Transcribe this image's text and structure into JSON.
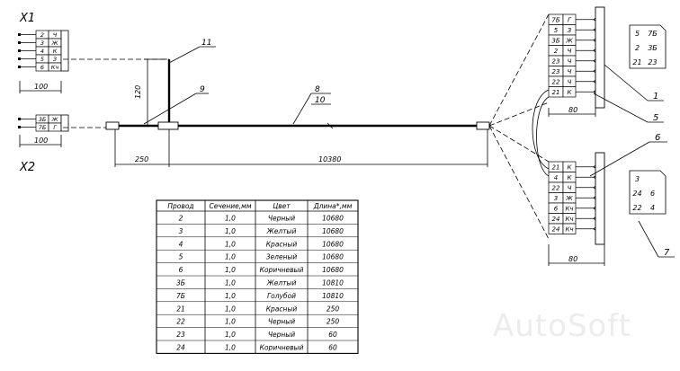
{
  "connectors": {
    "x1": {
      "label": "X1",
      "rows": [
        [
          "2",
          "Ч"
        ],
        [
          "3",
          "Ж"
        ],
        [
          "4",
          "К"
        ],
        [
          "5",
          "З"
        ],
        [
          "6",
          "Кч"
        ]
      ],
      "dim": "100"
    },
    "x2": {
      "label": "X2",
      "rows": [
        [
          "3Б",
          "Ж"
        ],
        [
          "7Б",
          "Г"
        ]
      ],
      "dim": "100"
    }
  },
  "harness": {
    "callouts": [
      "11",
      "9",
      "8",
      "10"
    ],
    "dims": {
      "branch_len": "250",
      "main_len": "10380",
      "vertical_len": "120"
    }
  },
  "connector_top": {
    "rows": [
      [
        "7Б",
        "Г"
      ],
      [
        "5",
        "З"
      ],
      [
        "3Б",
        "Ж"
      ],
      [
        "2",
        "Ч"
      ],
      [
        "23",
        "Ч"
      ],
      [
        "23",
        "Ч"
      ],
      [
        "22",
        "Ч"
      ],
      [
        "21",
        "К"
      ]
    ],
    "dim": "80",
    "callouts": [
      "1",
      "5"
    ]
  },
  "connector_bottom": {
    "rows": [
      [
        "21",
        "К"
      ],
      [
        "4",
        "К"
      ],
      [
        "22",
        "Ч"
      ],
      [
        "3",
        "Ж"
      ],
      [
        "6",
        "Кч"
      ],
      [
        "24",
        "Кч"
      ],
      [
        "24",
        "Кч"
      ]
    ],
    "dim": "80",
    "callouts": [
      "6",
      "7"
    ]
  },
  "pin_view_top": [
    [
      "5",
      "7Б"
    ],
    [
      "2",
      "3Б"
    ],
    [
      "21",
      "23"
    ]
  ],
  "pin_view_bottom": [
    [
      "3",
      ""
    ],
    [
      "24",
      "6"
    ],
    [
      "22",
      "4"
    ]
  ],
  "table": {
    "headers": [
      "Провод",
      "Сечение,мм",
      "Цвет",
      "Длина*,мм"
    ],
    "rows": [
      [
        "2",
        "1,0",
        "Черный",
        "10680"
      ],
      [
        "3",
        "1,0",
        "Желтый",
        "10680"
      ],
      [
        "4",
        "1,0",
        "Красный",
        "10680"
      ],
      [
        "5",
        "1,0",
        "Зеленый",
        "10680"
      ],
      [
        "6",
        "1,0",
        "Коричневый",
        "10680"
      ],
      [
        "3Б",
        "1,0",
        "Желтый",
        "10810"
      ],
      [
        "7Б",
        "1,0",
        "Голубой",
        "10810"
      ],
      [
        "21",
        "1,0",
        "Красный",
        "250"
      ],
      [
        "22",
        "1,0",
        "Черный",
        "250"
      ],
      [
        "23",
        "1,0",
        "Черный",
        "60"
      ],
      [
        "24",
        "1,0",
        "Коричневый",
        "60"
      ]
    ]
  },
  "watermark": "AutoSoft"
}
